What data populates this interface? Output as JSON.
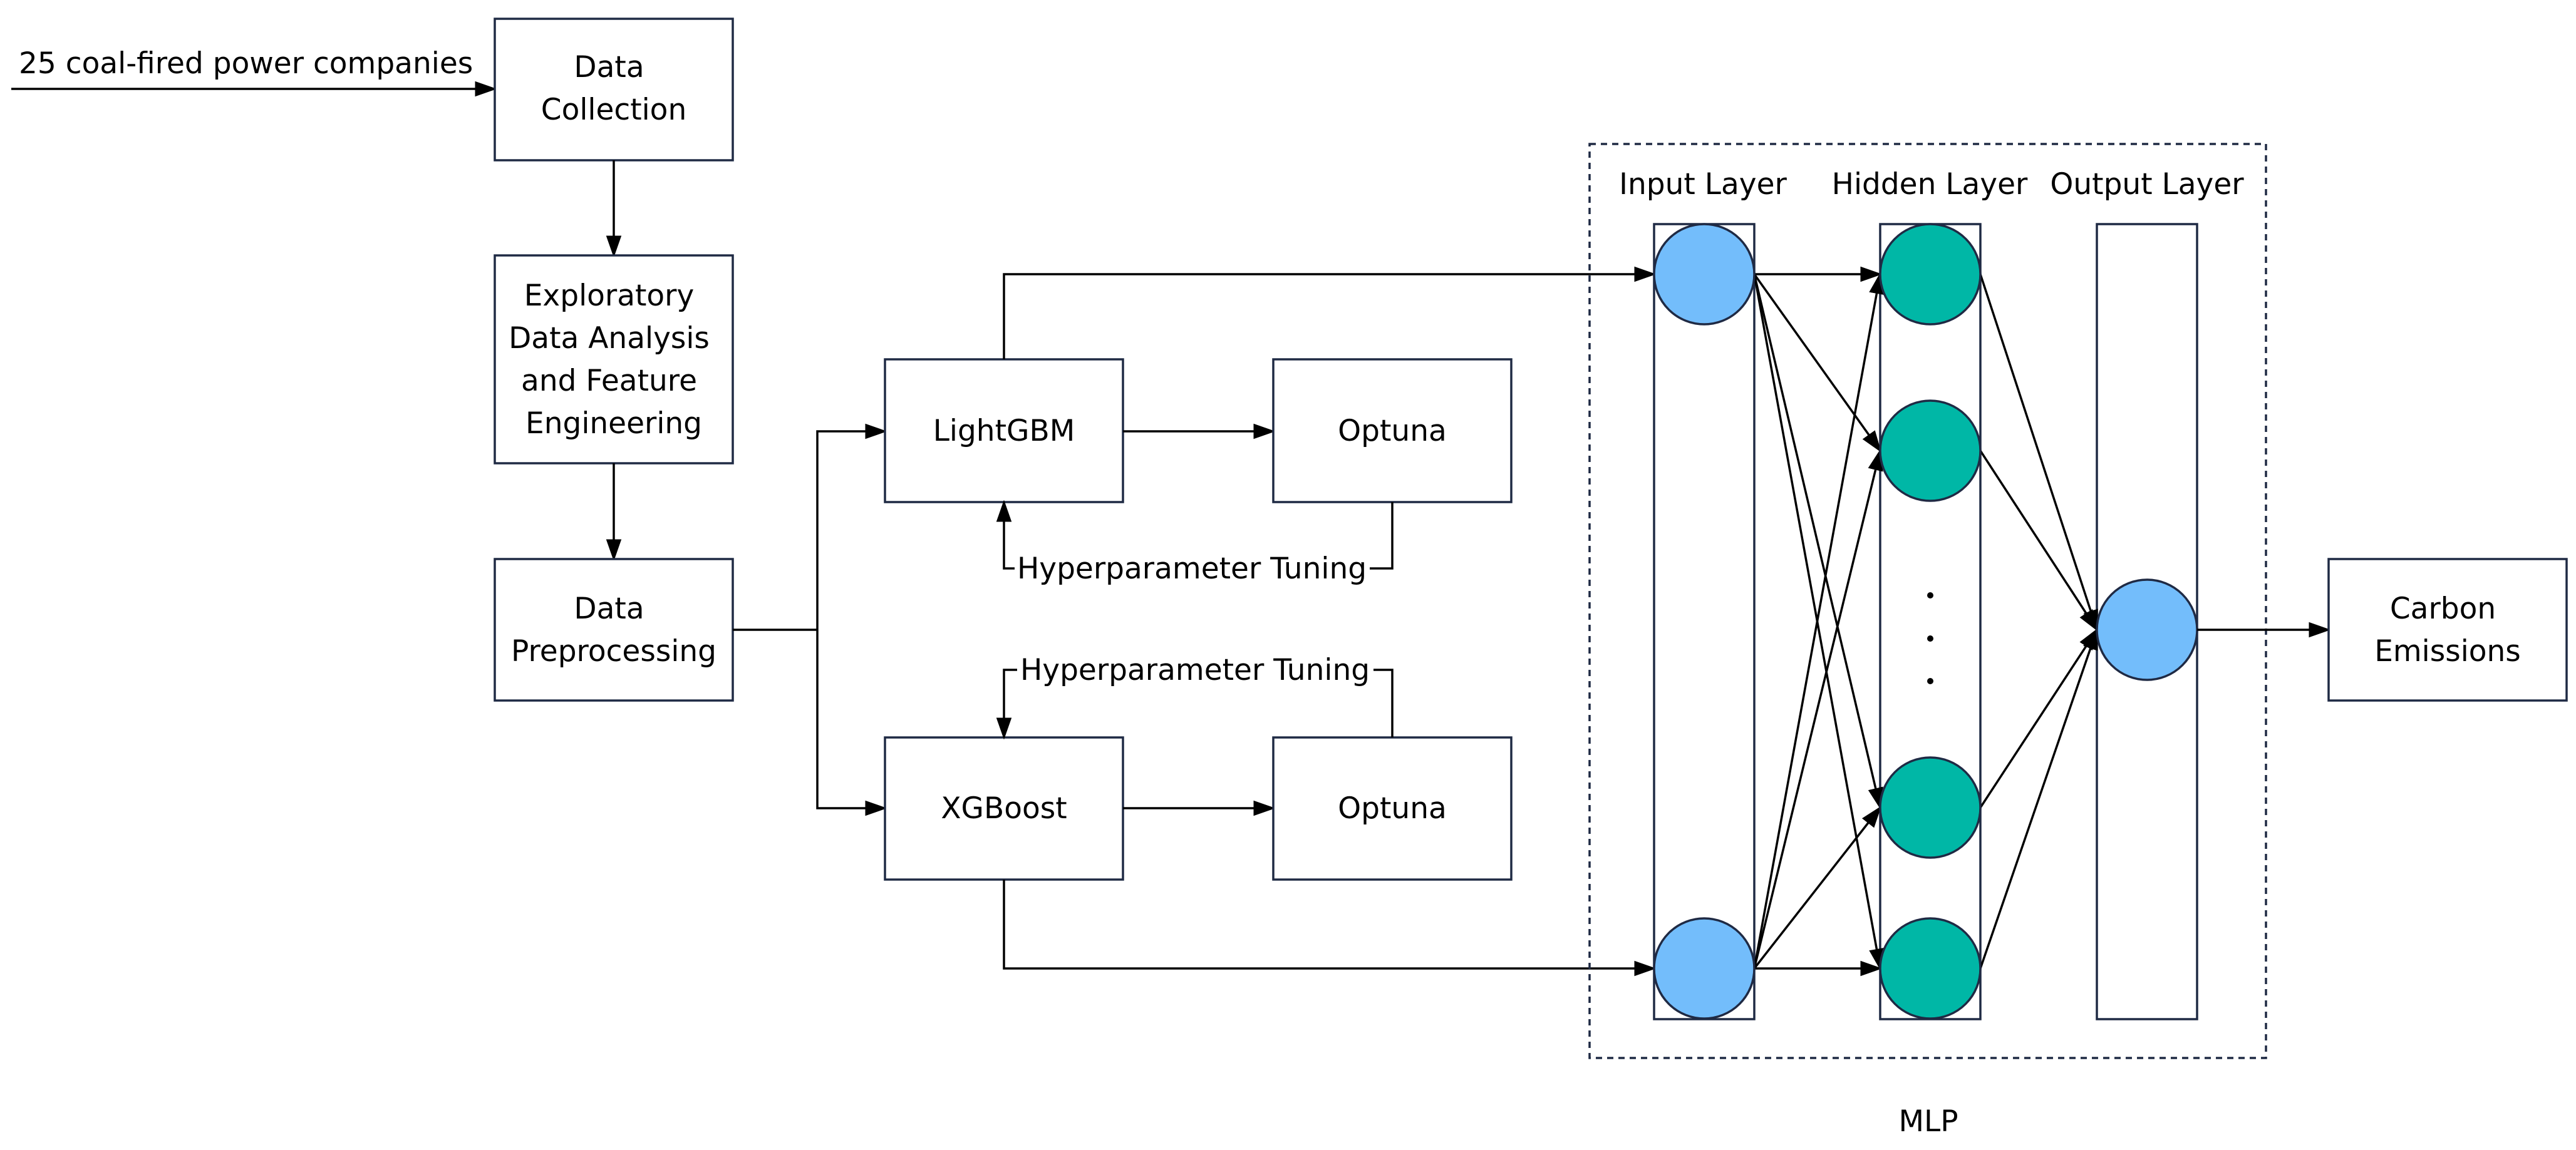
{
  "source_label": "25 coal-fired power companies",
  "boxes": {
    "data_collection": [
      "Data",
      "Collection"
    ],
    "eda": [
      "Exploratory",
      "Data Analysis",
      "and Feature",
      "Engineering"
    ],
    "preprocessing": [
      "Data",
      "Preprocessing"
    ],
    "lightgbm": [
      "LightGBM"
    ],
    "xgboost": [
      "XGBoost"
    ],
    "optuna_top": [
      "Optuna"
    ],
    "optuna_bottom": [
      "Optuna"
    ],
    "carbon": [
      "Carbon",
      "Emissions"
    ]
  },
  "tuning_top": "Hyperparameter Tuning",
  "tuning_bottom": "Hyperparameter Tuning",
  "mlp": {
    "input_layer": "Input Layer",
    "hidden_layer": "Hidden Layer",
    "output_layer": "Output Layer",
    "caption": "MLP"
  },
  "colors": {
    "input_node": "#73bdfb",
    "hidden_node": "#00b7a6",
    "box_stroke": "#1f2a44"
  }
}
